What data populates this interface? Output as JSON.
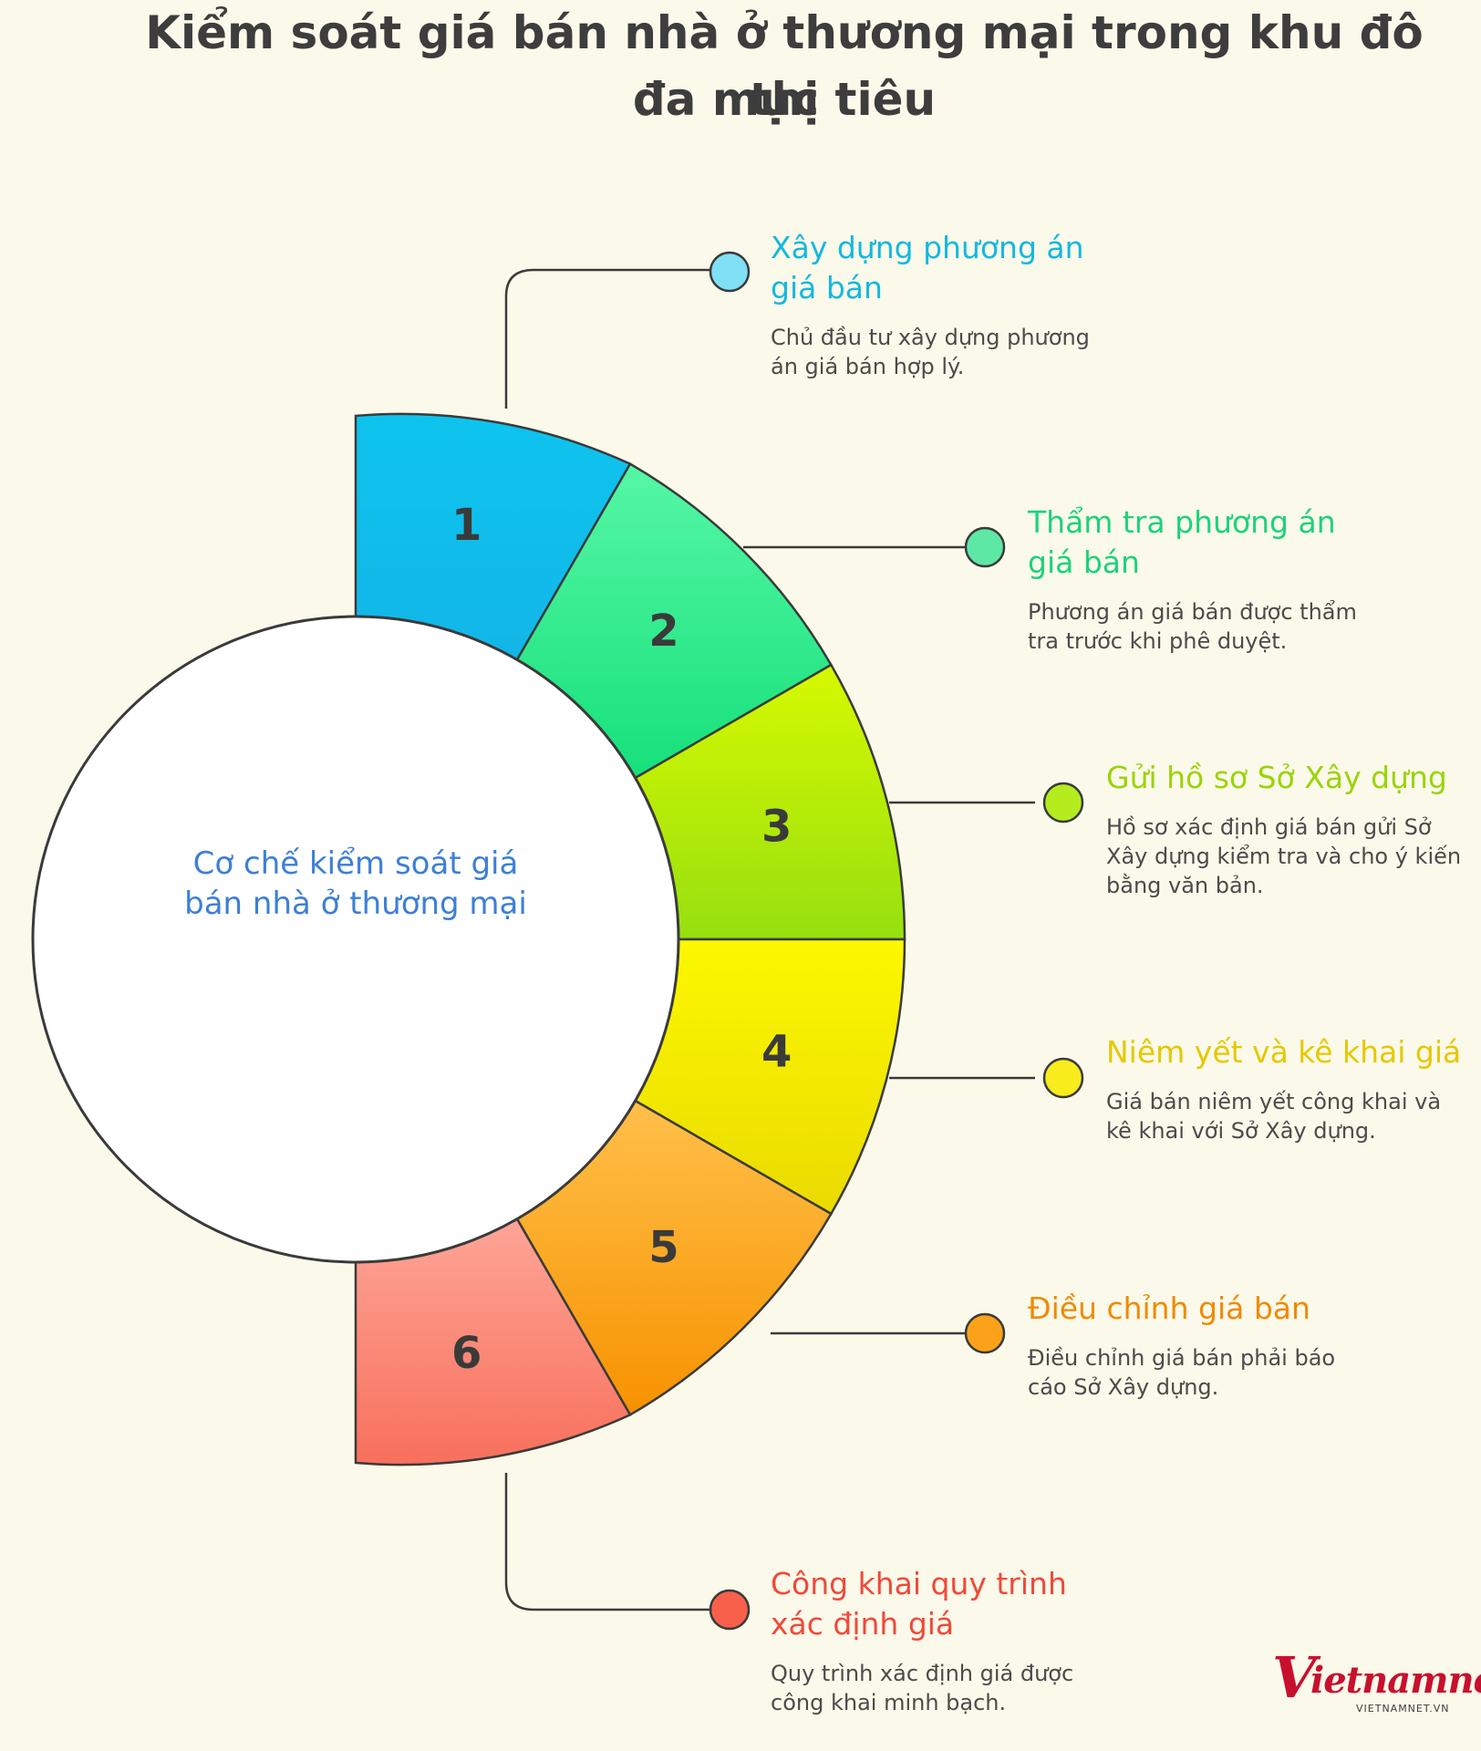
{
  "title": {
    "line1": "Kiểm soát giá bán nhà ở thương mại trong khu đô thị",
    "line2": "đa mục tiêu"
  },
  "center_label": "Cơ chế kiểm soát giá bán  nhà ở thương mại",
  "steps": [
    {
      "number": "1",
      "color": "#0fc8ef",
      "heading": "Xây dựng phương án giá bán",
      "description": "Chủ đầu tư xây dựng phương án giá bán hợp lý."
    },
    {
      "number": "2",
      "color": "#2ee98a",
      "heading": "Thẩm tra phương án giá bán",
      "description": "Phương án giá bán được thẩm tra trước khi phê duyệt."
    },
    {
      "number": "3",
      "color": "#a8e60f",
      "heading": "Gửi hồ sơ Sở Xây dựng",
      "description": "Hồ sơ xác định giá bán gửi Sở Xây dựng kiểm tra và cho ý kiến bằng văn bản."
    },
    {
      "number": "4",
      "color": "#f7ee00",
      "heading": "Niêm yết và kê khai giá",
      "description": "Giá bán niêm yết công khai và kê khai với Sở Xây dựng."
    },
    {
      "number": "5",
      "color": "#fa9e00",
      "heading": "Điều chỉnh giá bán",
      "description": "Điều chỉnh giá bán phải báo cáo Sở Xây dựng."
    },
    {
      "number": "6",
      "color": "#fa6a5a",
      "heading": "Công khai quy trình xác định giá",
      "description": "Quy trình xác định giá được công khai minh bạch."
    }
  ],
  "heading_colors": [
    "#14b8e0",
    "#1ed27a",
    "#9ad40a",
    "#e6c800",
    "#f08a00",
    "#f0493a"
  ],
  "dot_colors": [
    "#7fe0f6",
    "#5ee8a6",
    "#b4ec1e",
    "#f8ec1c",
    "#fba21a",
    "#f8604c"
  ],
  "logo": {
    "brand": "vietnamnet",
    "mark": "V",
    "word": "ietnamnet",
    "domain": "VIETNAMNET.VN"
  }
}
